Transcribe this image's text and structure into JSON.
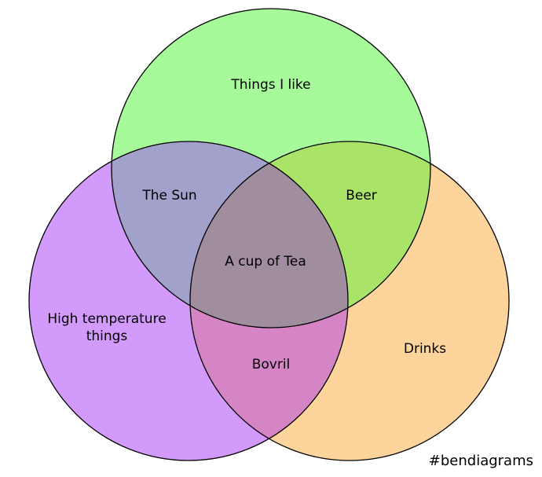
{
  "diagram": {
    "sets": [
      {
        "id": "like",
        "label": "Things I like",
        "color": "#a6fa9a"
      },
      {
        "id": "hot",
        "label_lines": [
          "High temperature",
          "things"
        ],
        "color": "#d29bfb"
      },
      {
        "id": "drinks",
        "label": "Drinks",
        "color": "#fdd59c"
      }
    ],
    "regions": {
      "like_hot": {
        "label": "The Sun",
        "color": "#a1a1cc"
      },
      "like_drinks": {
        "label": "Beer",
        "color": "#a9e468"
      },
      "hot_drinks": {
        "label": "Bovril",
        "color": "#d584c5"
      },
      "all_three": {
        "label": "A cup of Tea",
        "color": "#a08d9e"
      }
    },
    "outline_color": "#000000",
    "hashtag": "#bendiagrams"
  }
}
